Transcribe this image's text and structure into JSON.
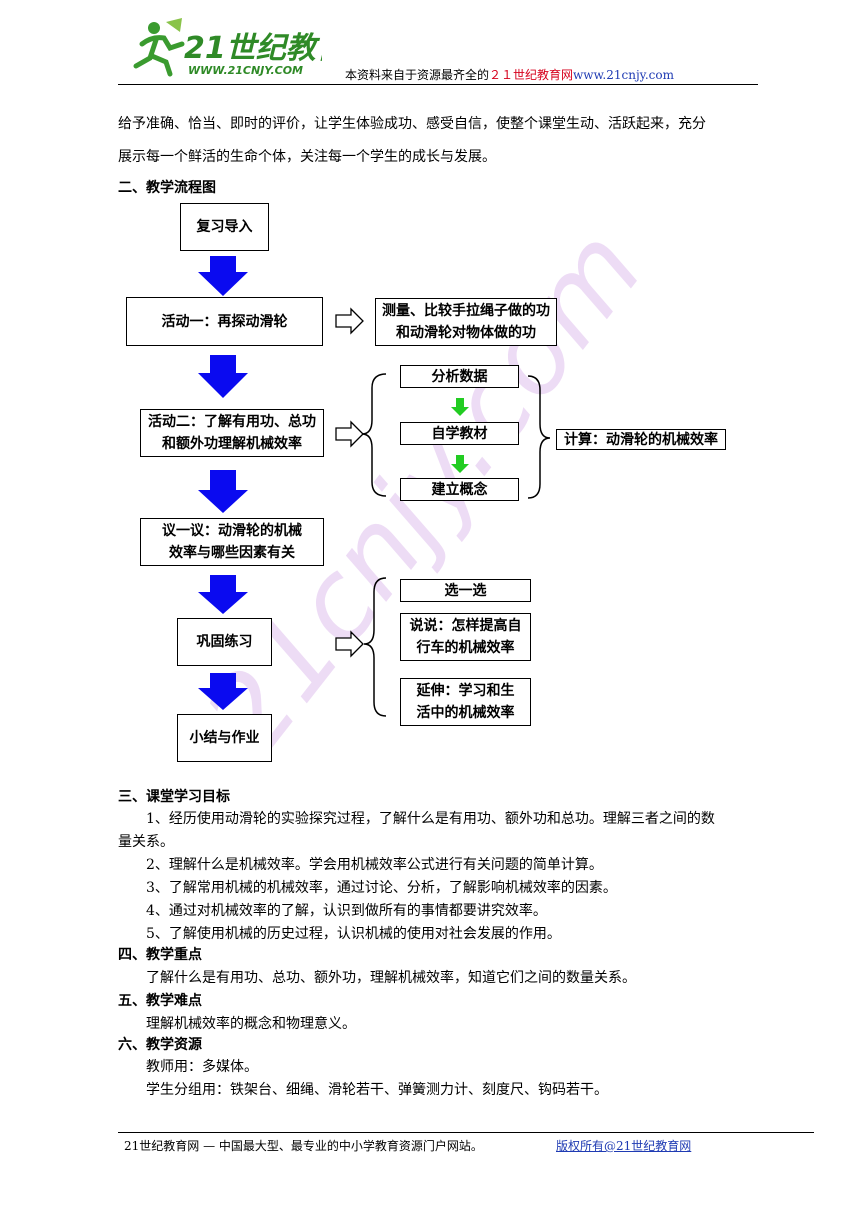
{
  "header": {
    "note_prefix": "本资料来自于资源最齐全的",
    "note_site_red": "２１世纪教育网",
    "note_url": "www.21cnjy.com"
  },
  "intro_line1": "给予准确、恰当、即时的评价，让学生体验成功、感受自信，使整个课堂生动、活跃起来，充分",
  "intro_line2": "展示每一个鲜活的生命个体，关注每一个学生的成长与发展。",
  "section2_title": "二、教学流程图",
  "flow": {
    "review": "复习导入",
    "activity1": "活动一：再探动滑轮",
    "measure_l1": "测量、比较手拉绳子做的功",
    "measure_l2": "和动滑轮对物体做的功",
    "activity2_l1": "活动二：了解有用功、总功",
    "activity2_l2": "和额外功理解机械效率",
    "analyze": "分析数据",
    "selfstudy": "自学教材",
    "build": "建立概念",
    "calc": "计算：动滑轮的机械效率",
    "discuss_l1": "议一议：动滑轮的机械",
    "discuss_l2": "效率与哪些因素有关",
    "practice": "巩固练习",
    "choose": "选一选",
    "say_l1": "说说：怎样提高自",
    "say_l2": "行车的机械效率",
    "extend_l1": "延伸：学习和生",
    "extend_l2": "活中的机械效率",
    "summary": "小结与作业"
  },
  "section3_title": "三、课堂学习目标",
  "goal1_l1": "1、经历使用动滑轮的实验探究过程，了解什么是有用功、额外功和总功。理解三者之间的数",
  "goal1_l2": "量关系。",
  "goal2": "2、理解什么是机械效率。学会用机械效率公式进行有关问题的简单计算。",
  "goal3": "3、了解常用机械的机械效率，通过讨论、分析，了解影响机械效率的因素。",
  "goal4": "4、通过对机械效率的了解，认识到做所有的事情都要讲究效率。",
  "goal5": "5、了解使用机械的历史过程，认识机械的使用对社会发展的作用。",
  "section4_title": "四、教学重点",
  "section4_text": "了解什么是有用功、总功、额外功，理解机械效率，知道它们之间的数量关系。",
  "section5_title": "五、教学难点",
  "section5_text": "理解机械效率的概念和物理意义。",
  "section6_title": "六、教学资源",
  "teacher_res": "教师用：多媒体。",
  "student_res": "学生分组用：铁架台、细绳、滑轮若干、弹簧测力计、刻度尺、钩码若干。",
  "footer": {
    "left": "21世纪教育网 —  中国最大型、最专业的中小学教育资源门户网站。",
    "right": "版权所有@21世纪教育网"
  },
  "colors": {
    "arrow_blue": "#0a0af0",
    "arrow_green": "#22cc22",
    "brand_green": "#3a9b2f",
    "brand_red": "#d6001c",
    "link_blue": "#1f3bb3"
  }
}
